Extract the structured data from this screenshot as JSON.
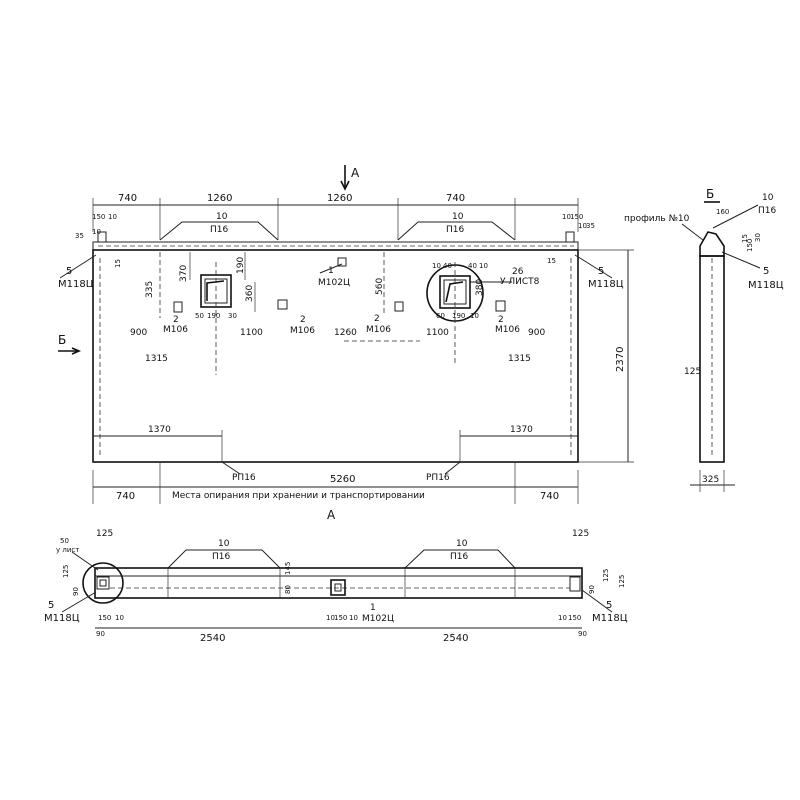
{
  "front_view": {
    "section_mark_top": "A",
    "section_mark_bottom": "A",
    "view_mark_left": "Б",
    "dims_top": [
      "740",
      "1260",
      "1260",
      "740"
    ],
    "small_top_left": [
      "150",
      "10",
      "35",
      "10"
    ],
    "small_top_right": [
      "10",
      "150",
      "10",
      "35",
      "10"
    ],
    "left_label_num": "5",
    "left_label_code": "M118Ц",
    "right_label_num": "5",
    "right_label_code": "M118Ц",
    "left_loop_num": "10",
    "left_loop_code": "П16",
    "right_loop_num": "10",
    "right_loop_code": "П16",
    "center_part_num": "1",
    "center_part_code": "M102Ц",
    "small_15_left": "15",
    "small_15_right": "15",
    "dim_335": "335",
    "dim_370": "370",
    "dim_190": "190",
    "dim_360": "360",
    "dim_560": "560",
    "dim_380": "380",
    "window_left_dims": [
      "50",
      "190",
      "30"
    ],
    "window_right_top_dims": [
      "10",
      "40",
      "40",
      "10"
    ],
    "window_right_bottom_dims": [
      "60",
      "190",
      "10"
    ],
    "window_right_part_num": "26",
    "window_right_part_code": "У ЛИСТ8",
    "insert_left_num": "2",
    "insert_left_code": "M106",
    "insert_mid_num": "2",
    "insert_mid_code": "M106",
    "insert_mid2_num": "2",
    "insert_mid2_code": "M106",
    "insert_right_num": "2",
    "insert_right_code": "M106",
    "dim_900_left": "900",
    "dim_1100_left": "1100",
    "dim_1260_mid": "1260",
    "dim_1100_right": "1100",
    "dim_900_right": "900",
    "dim_1315_left": "1315",
    "dim_1315_right": "1315",
    "dim_height": "2370",
    "dim_1370_left": "1370",
    "dim_1370_right": "1370",
    "rp_left": "РП16",
    "rp_right": "РП16",
    "dims_bottom": [
      "740",
      "5260",
      "740"
    ],
    "support_caption": "Места опирания при хранении и транспортировании"
  },
  "side_view": {
    "mark": "Б",
    "loop_num": "10",
    "loop_code": "П16",
    "profile_label": "профиль №10",
    "dim_160": "160",
    "dim_15": "15",
    "dim_150": "150",
    "dim_30": "30",
    "part_num": "5",
    "part_code": "M118Ц",
    "dim_125": "125",
    "dim_325": "325"
  },
  "plan_view": {
    "left_top_125": "125",
    "left_50": "50",
    "left_sheet": "у лист",
    "left_125": "125",
    "left_90": "90",
    "left_part_num": "5",
    "left_part_code": "M118Ц",
    "left_bottom_dims": [
      "150",
      "10"
    ],
    "left_bottom_90": "90",
    "left_loop_num": "10",
    "left_loop_code": "П16",
    "right_loop_num": "10",
    "right_loop_code": "П16",
    "small_145": "145",
    "small_80": "80",
    "center_part_num": "1",
    "center_part_code": "M102Ц",
    "center_dims": [
      "10",
      "150",
      "10"
    ],
    "dim_2540_left": "2540",
    "dim_2540_right": "2540",
    "right_top_125": "125",
    "right_125a": "125",
    "right_125b": "125",
    "right_90": "90",
    "right_part_num": "5",
    "right_part_code": "M118Ц",
    "right_bottom_dims": [
      "10",
      "150"
    ],
    "right_bottom_90": "90"
  }
}
